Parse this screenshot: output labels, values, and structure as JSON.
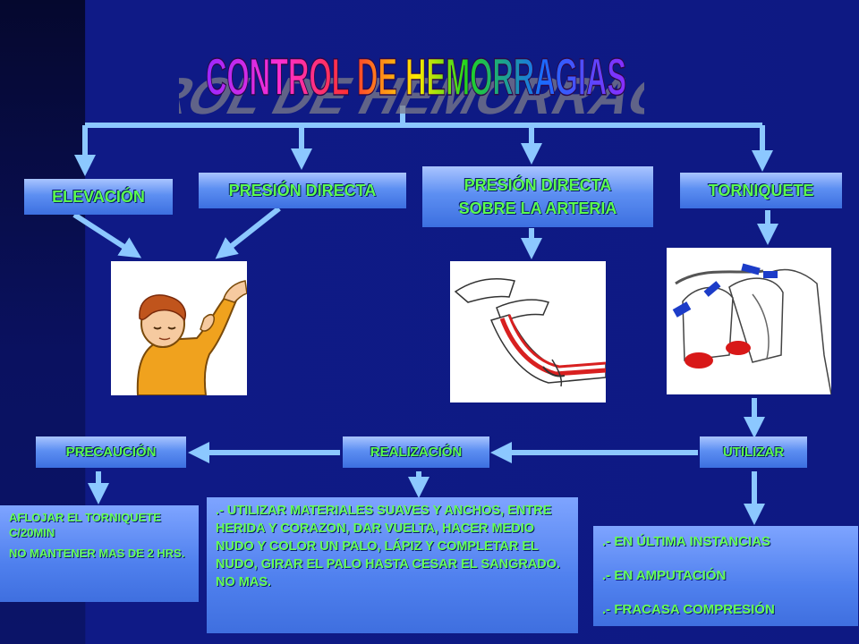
{
  "title": "CONTROL DE HEMORRAGIAS",
  "methods": {
    "elevacion": "ELEVACIÓN",
    "presion_directa": "PRESIÓN DIRECTA",
    "presion_arteria_line1": "PRESIÓN DIRECTA",
    "presion_arteria_line2": "SOBRE LA ARTERIA",
    "torniquete": "TORNIQUETE"
  },
  "tourniquet_steps": {
    "utilizar": "UTILIZAR",
    "realizacion": "REALIZACIÓN",
    "precaucion": "PRECAUCIÓN"
  },
  "precaucion_text": {
    "line1": "AFLOJAR EL TORNIQUETE C/20MIN",
    "line2": "NO MANTENER MAS DE 2 HRS."
  },
  "realizacion_text": ".- UTILIZAR MATERIALES SUAVES Y ANCHOS, ENTRE HERIDA Y CORAZON, DAR VUELTA, HACER MEDIO NUDO Y COLOR UN PALO, LÁPIZ Y COMPLETAR EL NUDO, GIRAR EL PALO HASTA CESAR EL SANGRADO. NO MAS.",
  "utilizar_text": {
    "item1": ".- EN ÚLTIMA INSTANCIAS",
    "item2": ".- EN AMPUTACIÓN",
    "item3": ".- FRACASA COMPRESIÓN"
  },
  "colors": {
    "background": "#0e1983",
    "box_blue": "#5d8ff2",
    "text_green": "#5cff4e",
    "connector": "#8cc8ff"
  }
}
